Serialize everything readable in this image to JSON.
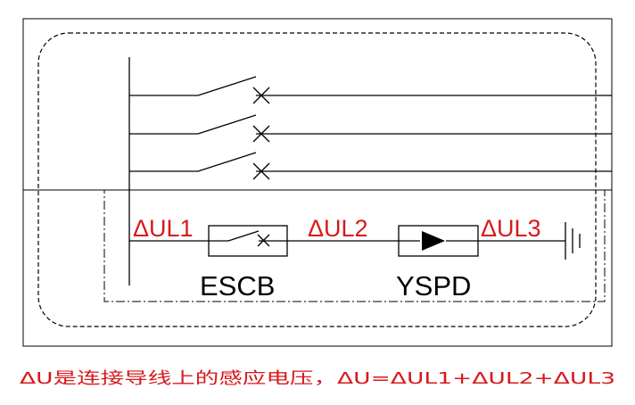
{
  "labels": {
    "dul1": "ΔUL1",
    "dul2": "ΔUL2",
    "dul3": "ΔUL3",
    "escb": "ESCB",
    "yspd": "YSPD"
  },
  "caption": "ΔU是连接导线上的感应电压，ΔU=ΔUL1+ΔUL2+ΔUL3",
  "colors": {
    "label_red": "#d7191c",
    "line": "#000000"
  }
}
